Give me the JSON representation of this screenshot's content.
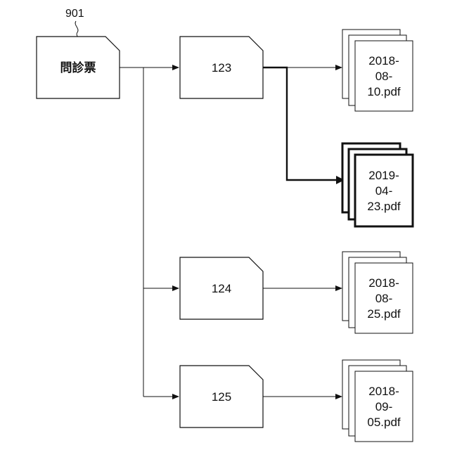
{
  "reference_label": "901",
  "root": {
    "label": "問診票"
  },
  "folders": [
    {
      "label": "123"
    },
    {
      "label": "124"
    },
    {
      "label": "125"
    }
  ],
  "files": [
    {
      "line1": "2018-",
      "line2": "08-",
      "line3": "10.pdf",
      "highlighted": false
    },
    {
      "line1": "2019-",
      "line2": "04-",
      "line3": "23.pdf",
      "highlighted": true
    },
    {
      "line1": "2018-",
      "line2": "08-",
      "line3": "25.pdf",
      "highlighted": false
    },
    {
      "line1": "2018-",
      "line2": "09-",
      "line3": "05.pdf",
      "highlighted": false
    }
  ]
}
